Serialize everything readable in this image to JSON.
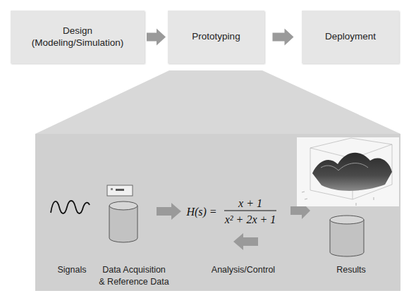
{
  "diagram": {
    "nodes": [
      {
        "text": [
          "Design (Modeling/Simulation)"
        ]
      },
      {
        "text": [
          "Prototyping"
        ]
      },
      {
        "text": [
          "Deployment"
        ]
      }
    ],
    "edges": [
      {
        "from": 0,
        "to": 1,
        "arrow": "to"
      },
      {
        "from": 1,
        "to": 2,
        "arrow": "to"
      }
    ],
    "labels": [
      "H(s) =",
      "x + 1",
      "x² + 2x + 1",
      "Signals",
      "Data Acquisition & Reference Data",
      "Analysis/Control",
      "Results"
    ]
  }
}
